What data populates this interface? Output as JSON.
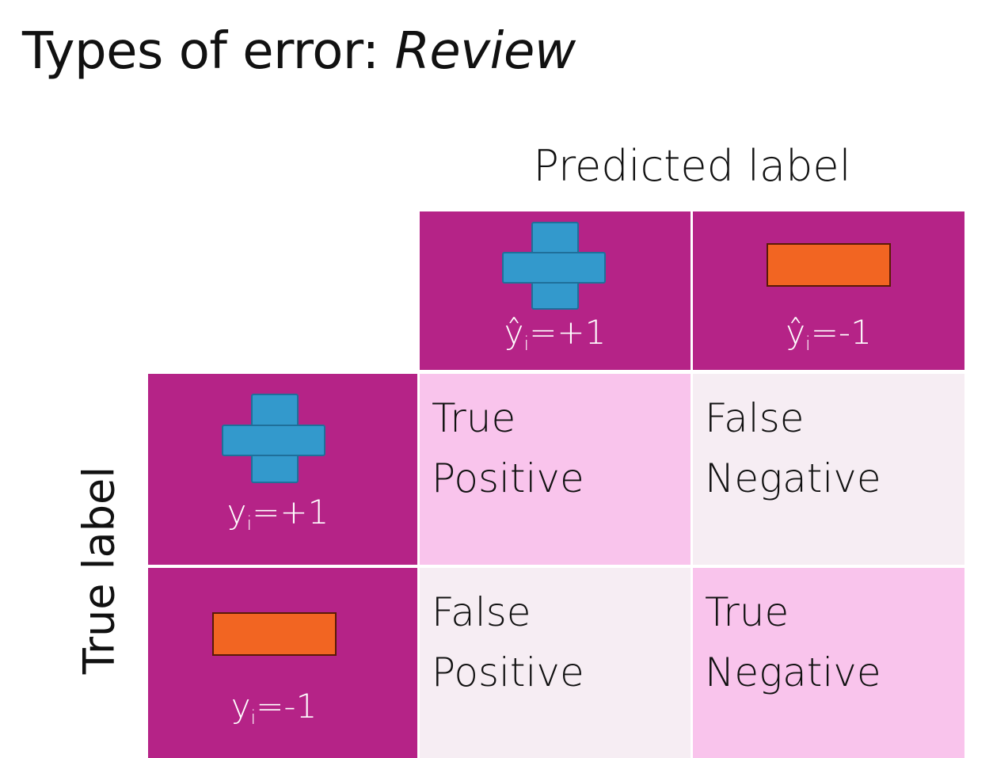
{
  "title": {
    "main": "Types of error: ",
    "emphasis": "Review"
  },
  "axes": {
    "predicted": "Predicted label",
    "true": "True label"
  },
  "columns": [
    {
      "symbol": "plus-icon",
      "var": "ŷ",
      "sub": "i",
      "value": "=+1"
    },
    {
      "symbol": "minus-icon",
      "var": "ŷ",
      "sub": "i",
      "value": "=-1"
    }
  ],
  "rows": [
    {
      "symbol": "plus-icon",
      "var": "y",
      "sub": "i",
      "value": "=+1",
      "cells": [
        "True\nPositive",
        "False\nNegative"
      ]
    },
    {
      "symbol": "minus-icon",
      "var": "y",
      "sub": "i",
      "value": "=-1",
      "cells": [
        "False\nPositive",
        "True\nNegative"
      ]
    }
  ],
  "colors": {
    "header": "#B52387",
    "correct": "#F9C4EC",
    "error": "#F6EDF3",
    "plus": "#3399CC",
    "minus": "#F26522"
  }
}
